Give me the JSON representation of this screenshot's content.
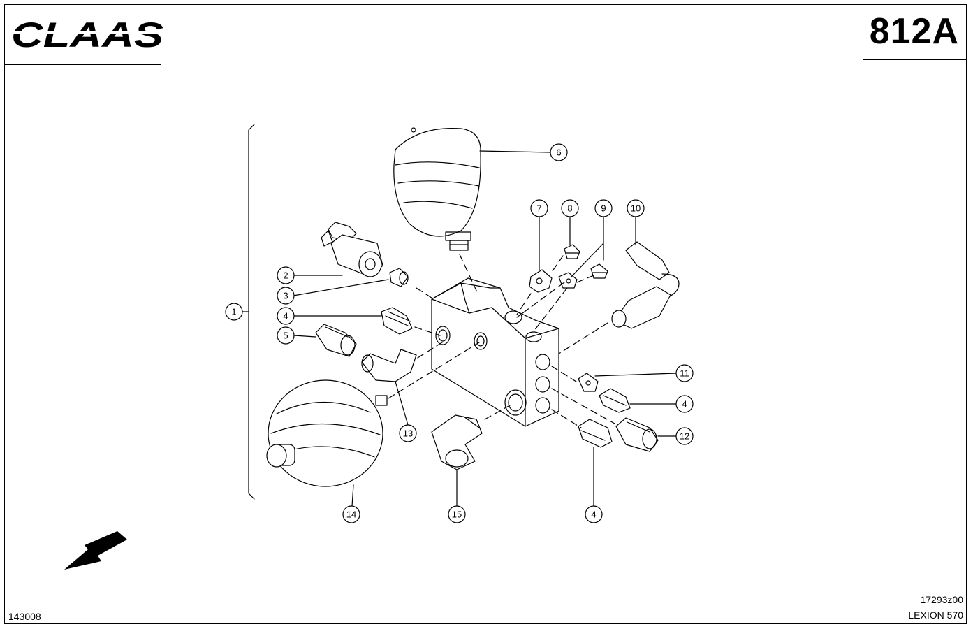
{
  "header": {
    "brand": "CLAAS",
    "sheet_number": "812A"
  },
  "footer": {
    "left_code": "143008",
    "drawing_code": "17293z00",
    "model": "LEXION 570"
  },
  "callouts": [
    {
      "id": "c1",
      "label": "1"
    },
    {
      "id": "c2",
      "label": "2"
    },
    {
      "id": "c3",
      "label": "3"
    },
    {
      "id": "c4a",
      "label": "4"
    },
    {
      "id": "c5",
      "label": "5"
    },
    {
      "id": "c6",
      "label": "6"
    },
    {
      "id": "c7",
      "label": "7"
    },
    {
      "id": "c8",
      "label": "8"
    },
    {
      "id": "c9",
      "label": "9"
    },
    {
      "id": "c10",
      "label": "10"
    },
    {
      "id": "c11",
      "label": "11"
    },
    {
      "id": "c4b",
      "label": "4"
    },
    {
      "id": "c12",
      "label": "12"
    },
    {
      "id": "c13",
      "label": "13"
    },
    {
      "id": "c14",
      "label": "14"
    },
    {
      "id": "c15",
      "label": "15"
    },
    {
      "id": "c4c",
      "label": "4"
    }
  ],
  "colors": {
    "ink": "#000000",
    "paper": "#ffffff"
  }
}
